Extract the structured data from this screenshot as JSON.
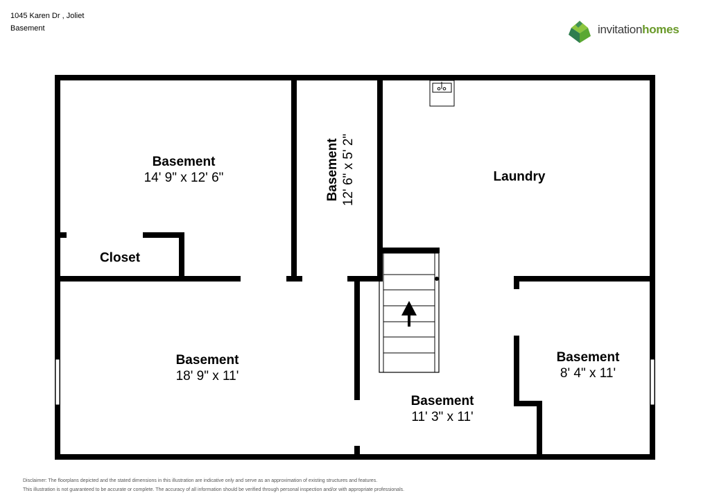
{
  "header": {
    "address": "1045 Karen Dr , Joliet",
    "level": "Basement"
  },
  "logo": {
    "text_part1": "invitation",
    "text_part2": "homes",
    "colors": [
      "#2e7d4f",
      "#5aa832",
      "#8cc63f",
      "#3f8f5a"
    ]
  },
  "rooms": {
    "top_left": {
      "name": "Basement",
      "dims": "14' 9\" x 12' 6\""
    },
    "closet": {
      "name": "Closet"
    },
    "hall": {
      "name": "Basement",
      "dims": "12' 6\" x 5' 2\""
    },
    "laundry": {
      "name": "Laundry"
    },
    "bottom_left": {
      "name": "Basement",
      "dims": "18' 9\" x 11'"
    },
    "bottom_mid": {
      "name": "Basement",
      "dims": "11' 3\" x 11'"
    },
    "bottom_right": {
      "name": "Basement",
      "dims": "8' 4\" x 11'"
    }
  },
  "disclaimer": {
    "line1": "Disclaimer: The floorplans depicted and the stated dimensions in this illustration are indicative only and serve as an approximation of existing structures and features.",
    "line2": "This illustration is not guaranteed to be accurate or complete. The accuracy of all information should be verified through personal inspection and/or with appropriate professionals."
  }
}
